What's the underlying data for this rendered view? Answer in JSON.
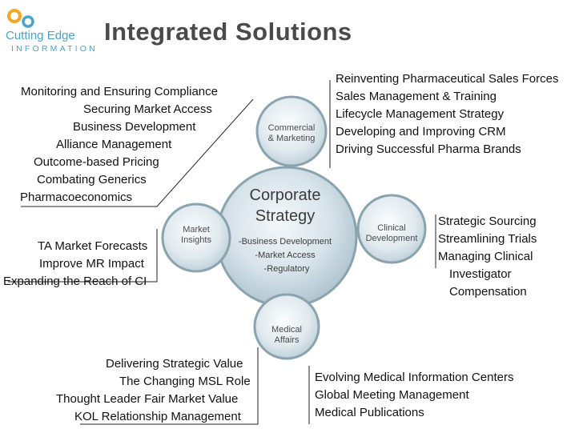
{
  "logo": {
    "line1": "Cutting Edge",
    "line2": "INFORMATION"
  },
  "title": "Integrated Solutions",
  "center": {
    "title_line1": "Corporate",
    "title_line2": "Strategy",
    "items": [
      "-Business Development",
      "-Market Access",
      "-Regulatory"
    ]
  },
  "nodes": {
    "commercial": {
      "line1": "Commercial",
      "line2": "& Marketing"
    },
    "clinical": {
      "line1": "Clinical",
      "line2": "Development"
    },
    "medical": {
      "line1": "Medical",
      "line2": "Affairs"
    },
    "market": {
      "line1": "Market",
      "line2": "Insights"
    }
  },
  "lists": {
    "top_left": [
      "Monitoring and Ensuring Compliance",
      "Securing Market Access",
      "Business Development",
      "Alliance Management",
      "Outcome-based Pricing",
      "Combating Generics",
      "Pharmacoeconomics"
    ],
    "top_right": [
      "Reinventing Pharmaceutical Sales Forces",
      "Sales Management & Training",
      "Lifecycle Management Strategy",
      "Developing and Improving CRM",
      "Driving Successful Pharma Brands"
    ],
    "right": [
      "Strategic Sourcing",
      "Streamlining Trials",
      "Managing Clinical",
      "Investigator",
      "Compensation"
    ],
    "left": [
      "TA Market Forecasts",
      "Improve MR Impact",
      "Expanding the Reach of CI"
    ],
    "bottom_left": [
      "Delivering Strategic Value",
      "The Changing MSL Role",
      "Thought Leader Fair Market Value",
      "KOL Relationship Management"
    ],
    "bottom_right": [
      "Evolving Medical Information Centers",
      "Global Meeting Management",
      "Medical Publications"
    ]
  }
}
